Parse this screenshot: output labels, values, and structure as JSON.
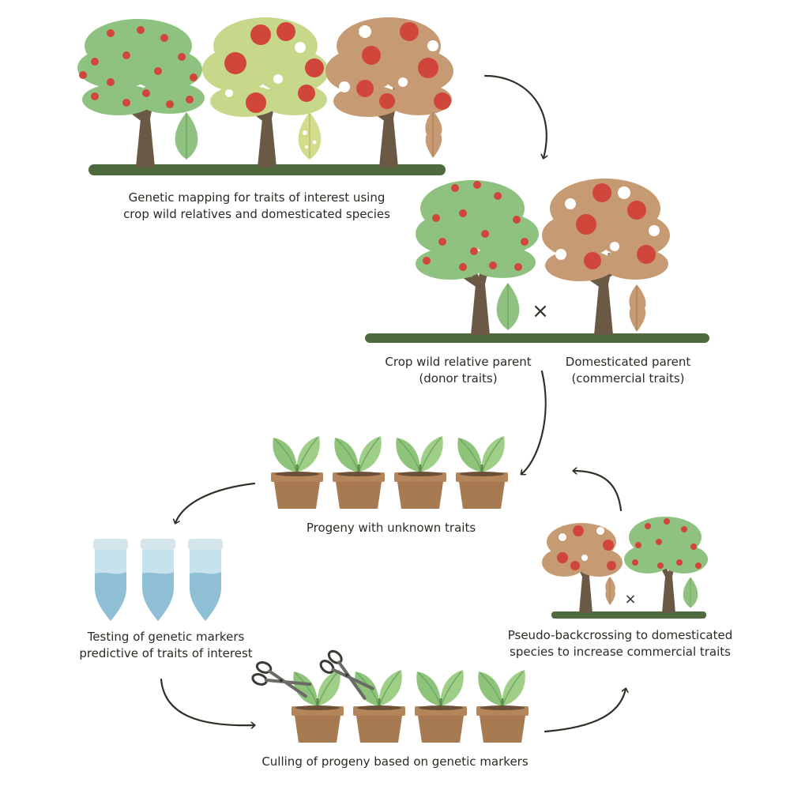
{
  "colors": {
    "healthy_foliage": "#8fc280",
    "healthy_foliage_dark": "#6ea663",
    "yellow_foliage": "#c8d88a",
    "yellow_foliage_dark": "#aec06a",
    "diseased_foliage": "#c69a72",
    "diseased_foliage_dark": "#a97b55",
    "fruit": "#d0463b",
    "trunk": "#6a5a45",
    "ground": "#4f6a3c",
    "pot": "#a77a52",
    "soil": "#6b4f36",
    "seedling_leaf": "#8ec47a",
    "tube": "#a6cfe0",
    "tube_cap": "#d4e6ec",
    "arrow": "#2f3026"
  },
  "steps": {
    "mapping": {
      "line1": "Genetic mapping for traits of interest using",
      "line2": "crop wild relatives and domesticated species"
    },
    "wild_parent": {
      "line1": "Crop wild relative parent",
      "line2": "(donor traits)"
    },
    "domesticated_parent": {
      "line1": "Domesticated parent",
      "line2": "(commercial traits)"
    },
    "progeny": {
      "line1": "Progeny with unknown traits"
    },
    "testing": {
      "line1": "Testing of genetic markers",
      "line2": "predictive of traits of interest"
    },
    "backcross": {
      "line1": "Pseudo-backcrossing to domesticated",
      "line2": "species to increase commercial traits"
    },
    "culling": {
      "line1": "Culling of progeny based on genetic markers"
    }
  },
  "cross_symbol": "×"
}
